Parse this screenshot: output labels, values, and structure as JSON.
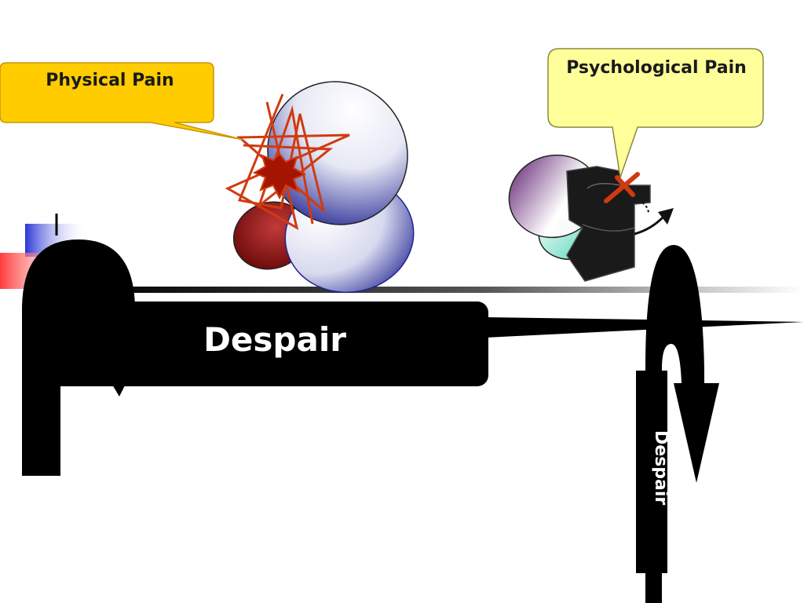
{
  "callouts": {
    "physical": {
      "text": "Physical Pain",
      "fill": "#FFCC00",
      "stroke": "#C8960A"
    },
    "psychological": {
      "text": "Psychological Pain",
      "fill": "#FFFF99",
      "stroke": "#888844"
    }
  },
  "despair": {
    "main_label": "Despair",
    "vertical_label": "Despair"
  },
  "colors": {
    "background": "#FFFFFF",
    "shape_black": "#000000",
    "star": "#D13A10",
    "star_core": "#A31500",
    "brain_blue": "#1F2390",
    "brain_red": "#6E0000",
    "brain_purple": "#5A1A6E",
    "brain_teal": "#3FD1B0",
    "accent_blue": "#2B35D6",
    "accent_red": "#FF3B3B"
  },
  "icons": {
    "physical_figure": "brain-with-star-burst-icon",
    "psychological_figure": "brain-with-cross-mark-icon",
    "curved_arrow": "curved-arrow-icon",
    "down_arrow": "down-arrow-icon"
  }
}
